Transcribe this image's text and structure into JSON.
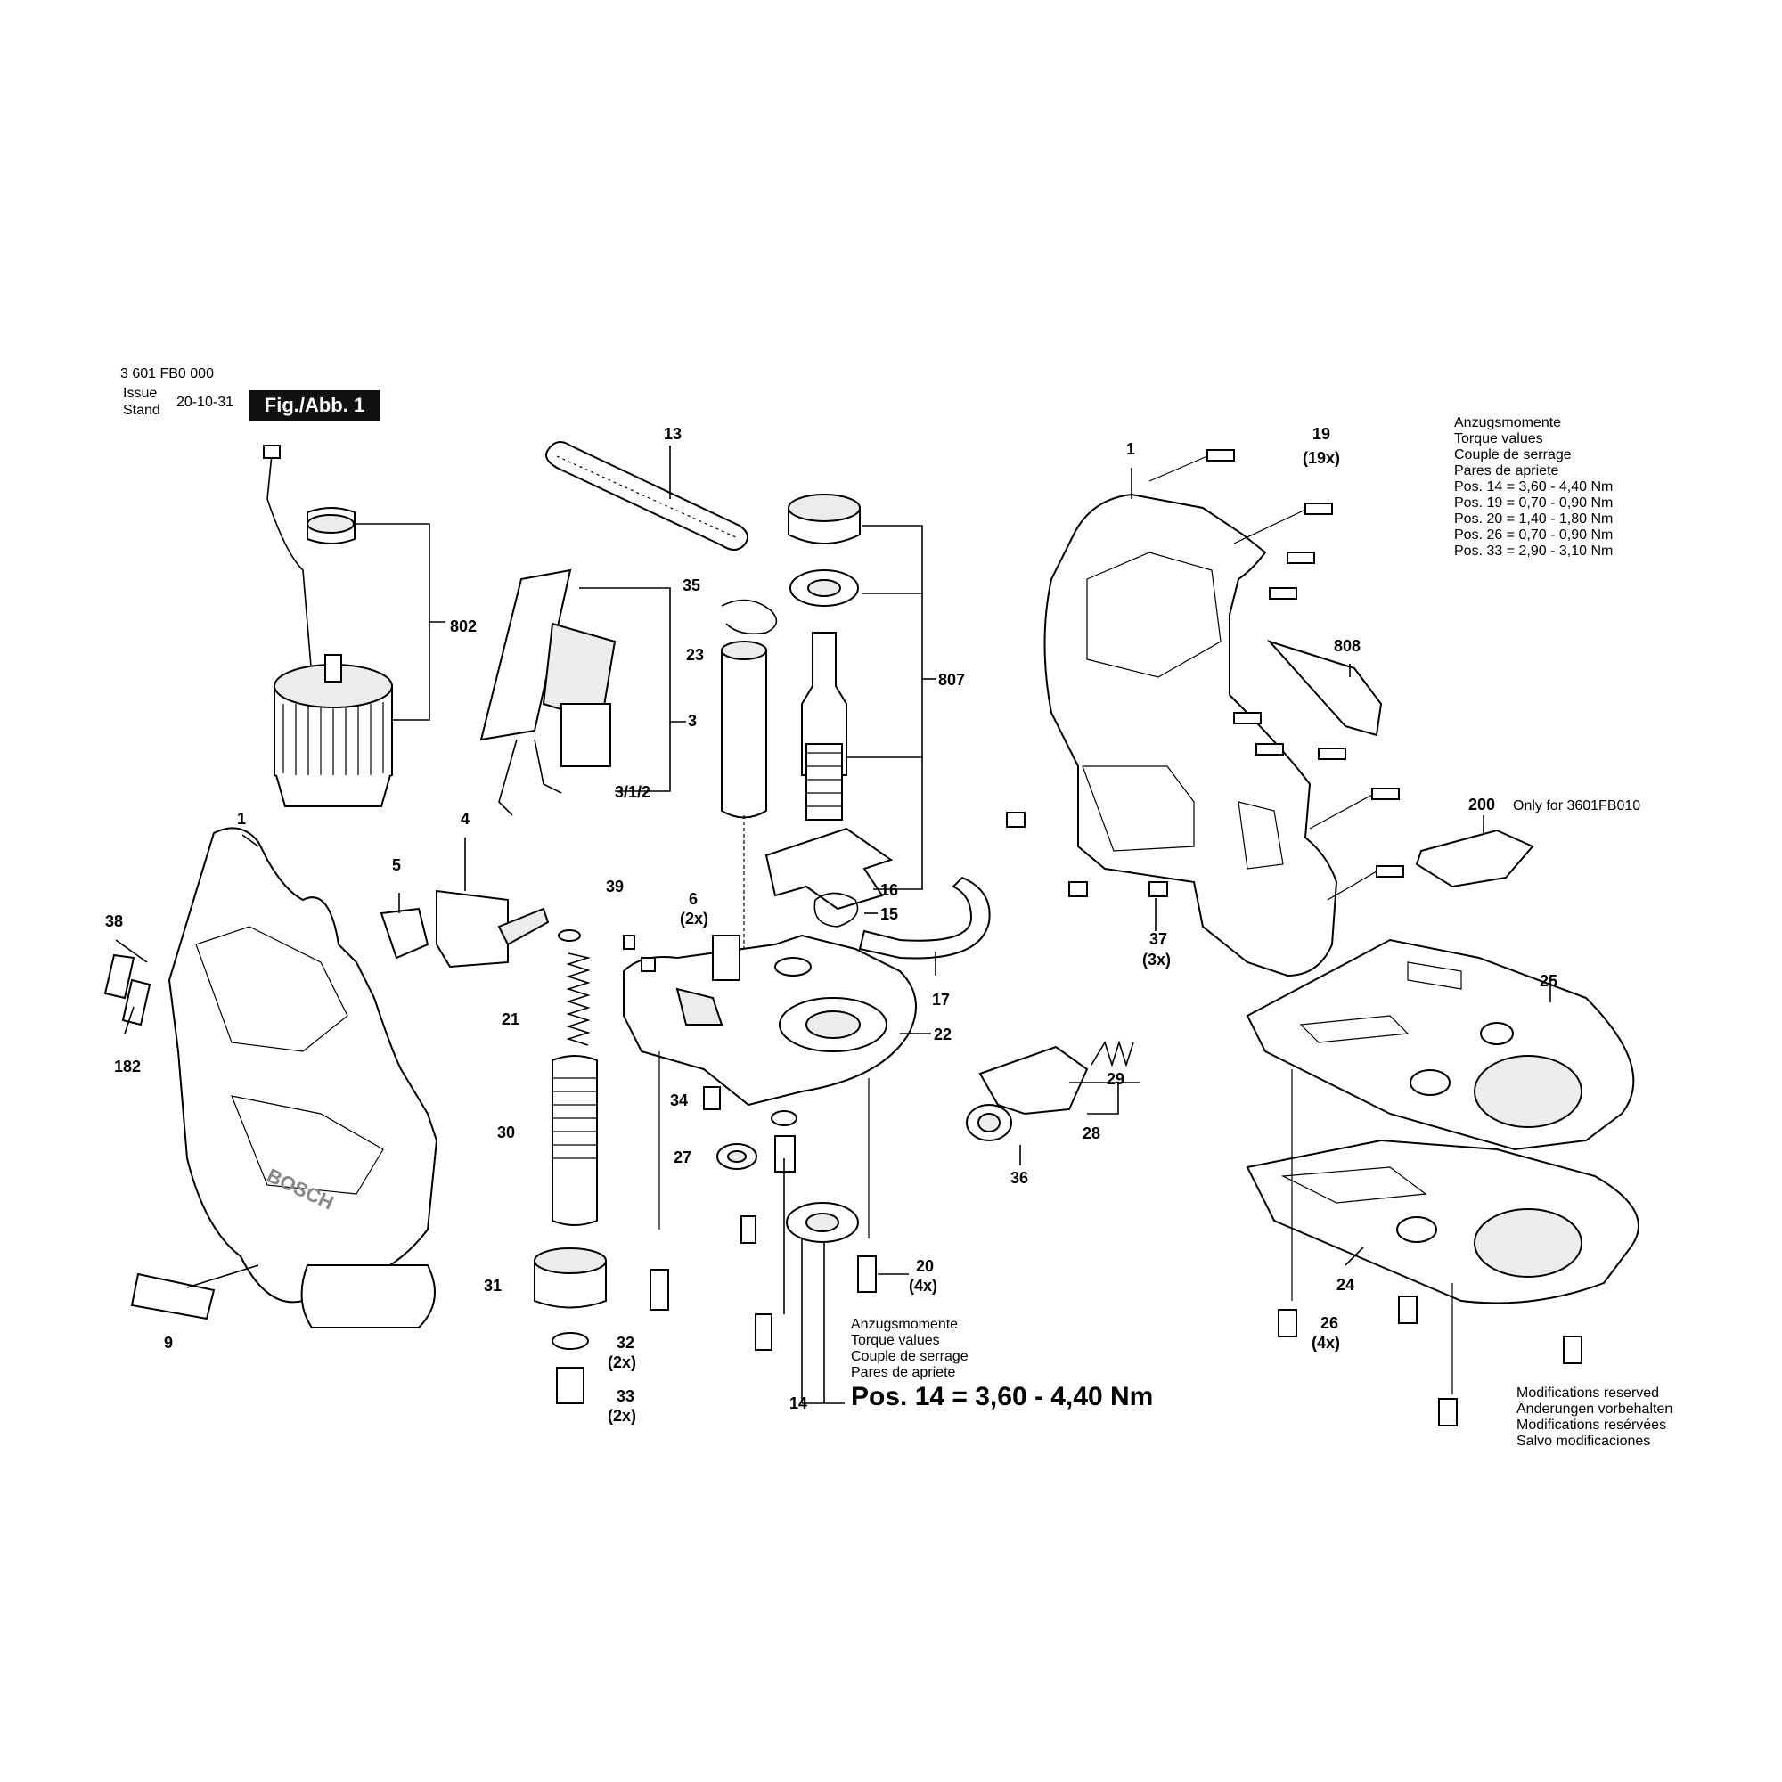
{
  "header": {
    "part_number": "3 601 FB0 000",
    "issue_label": "Issue",
    "stand_label": "Stand",
    "date": "20-10-31",
    "figure_label": "Fig./Abb. 1"
  },
  "torque_box_top": {
    "lines": [
      "Anzugsmomente",
      "Torque values",
      "Couple de serrage",
      "Pares de apriete"
    ],
    "values": [
      "Pos. 14 = 3,60 - 4,40 Nm",
      "Pos. 19 = 0,70 - 0,90 Nm",
      "Pos. 20 = 1,40 - 1,80 Nm",
      "Pos. 26 = 0,70 - 0,90 Nm",
      "Pos. 33 = 2,90 - 3,10 Nm"
    ]
  },
  "torque_box_bottom": {
    "lines": [
      "Anzugsmomente",
      "Torque values",
      "Couple de serrage",
      "Pares de apriete"
    ],
    "big_value": "Pos. 14 = 3,60 - 4,40 Nm"
  },
  "modifications": [
    "Modifications reserved",
    "Änderungen vorbehalten",
    "Modifications resérvées",
    "Salvo modificaciones"
  ],
  "note_200": "Only for 3601FB010",
  "brand": "BOSCH",
  "labels": {
    "l802": "802",
    "l13": "13",
    "l35": "35",
    "l23": "23",
    "l3": "3",
    "l312": "3/1/2",
    "l807": "807",
    "l16": "16",
    "l15": "15",
    "l17": "17",
    "l1a": "1",
    "l4": "4",
    "l5": "5",
    "l38": "38",
    "l182": "182",
    "l9": "9",
    "l39": "39",
    "l6": "6",
    "l6q": "(2x)",
    "l21": "21",
    "l30": "30",
    "l31": "31",
    "l32": "32",
    "l32q": "(2x)",
    "l33": "33",
    "l33q": "(2x)",
    "l34": "34",
    "l27": "27",
    "l22": "22",
    "l20": "20",
    "l20q": "(4x)",
    "l14": "14",
    "l1b": "1",
    "l19": "19",
    "l19q": "(19x)",
    "l808": "808",
    "l200": "200",
    "l37": "37",
    "l37q": "(3x)",
    "l25": "25",
    "l29": "29",
    "l28": "28",
    "l36": "36",
    "l24": "24",
    "l26": "26",
    "l26q": "(4x)"
  },
  "colors": {
    "badge_bg": "#111111",
    "badge_fg": "#ffffff",
    "line": "#000000"
  }
}
